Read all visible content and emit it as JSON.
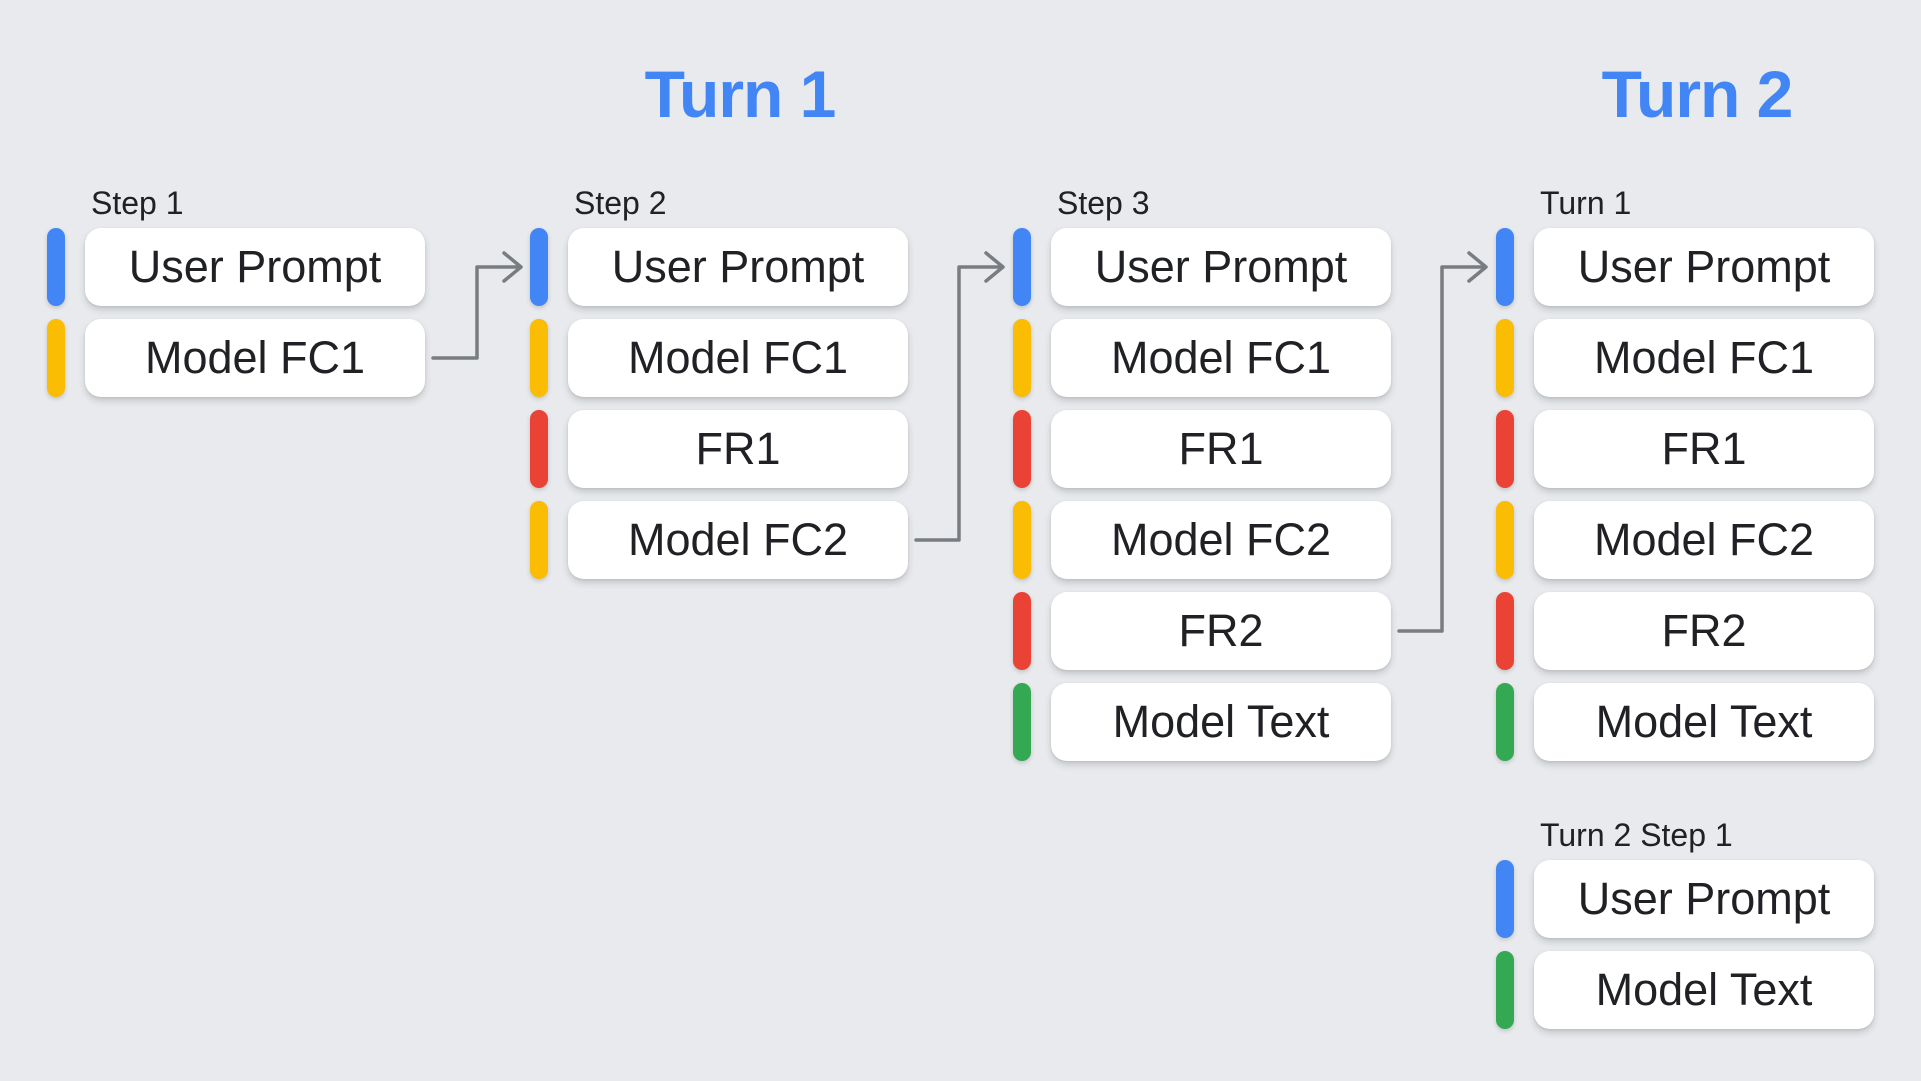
{
  "titles": {
    "turn1": "Turn 1",
    "turn2": "Turn 2"
  },
  "colors": {
    "blue": "#4285F4",
    "yellow": "#FBBC04",
    "red": "#EA4335",
    "green": "#34A853",
    "arrow": "#797C80",
    "background": "#E8EAED",
    "card": "#FFFFFF",
    "text": "#202124",
    "title": "#4285F4"
  },
  "columns": [
    {
      "label": "Step 1",
      "rows": [
        {
          "text": "User Prompt",
          "color": "blue"
        },
        {
          "text": "Model FC1",
          "color": "yellow"
        }
      ]
    },
    {
      "label": "Step 2",
      "rows": [
        {
          "text": "User Prompt",
          "color": "blue"
        },
        {
          "text": "Model FC1",
          "color": "yellow"
        },
        {
          "text": "FR1",
          "color": "red"
        },
        {
          "text": "Model FC2",
          "color": "yellow"
        }
      ]
    },
    {
      "label": "Step 3",
      "rows": [
        {
          "text": "User Prompt",
          "color": "blue"
        },
        {
          "text": "Model FC1",
          "color": "yellow"
        },
        {
          "text": "FR1",
          "color": "red"
        },
        {
          "text": "Model FC2",
          "color": "yellow"
        },
        {
          "text": "FR2",
          "color": "red"
        },
        {
          "text": "Model Text",
          "color": "green"
        }
      ]
    },
    {
      "label": "Turn 1",
      "rows": [
        {
          "text": "User Prompt",
          "color": "blue"
        },
        {
          "text": "Model FC1",
          "color": "yellow"
        },
        {
          "text": "FR1",
          "color": "red"
        },
        {
          "text": "Model FC2",
          "color": "yellow"
        },
        {
          "text": "FR2",
          "color": "red"
        },
        {
          "text": "Model Text",
          "color": "green"
        }
      ]
    },
    {
      "label": "Turn 2 Step 1",
      "rows": [
        {
          "text": "User Prompt",
          "color": "blue"
        },
        {
          "text": "Model Text",
          "color": "green"
        }
      ]
    }
  ],
  "arrows": [
    {
      "from": "Step 1 / Model FC1",
      "to": "Step 2 / User Prompt"
    },
    {
      "from": "Step 2 / Model FC2",
      "to": "Step 3 / User Prompt"
    },
    {
      "from": "Step 3 / FR2",
      "to": "Turn 1 / User Prompt"
    }
  ]
}
